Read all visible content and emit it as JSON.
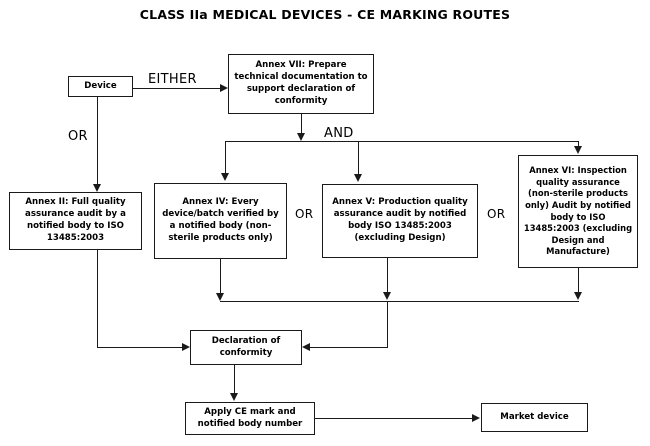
{
  "title": "CLASS IIa MEDICAL DEVICES - CE MARKING ROUTES",
  "colors": {
    "background": "#ffffff",
    "line": "#1a1a1a",
    "text": "#000000"
  },
  "nodes": {
    "device": "Device",
    "annex_vii": "Annex VII: Prepare technical documentation to support declaration of conformity",
    "annex_ii": "Annex II: Full quality assurance audit by a notified body to ISO 13485:2003",
    "annex_iv": "Annex IV: Every device/batch verified by a notified body (non-sterile products only)",
    "annex_v": "Annex V: Production quality assurance audit by notified body ISO 13485:2003 (excluding Design)",
    "annex_vi": "Annex VI: Inspection quality assurance (non-sterile products only) Audit by notified body to ISO 13485:2003 (excluding Design and Manufacture)",
    "declaration": "Declaration of conformity",
    "apply_ce": "Apply CE mark and notified body number",
    "market": "Market device"
  },
  "connector_labels": {
    "either": "EITHER",
    "or_device": "OR",
    "and": "AND",
    "or_iv_v": "OR",
    "or_v_vi": "OR"
  },
  "diagram_data": {
    "type": "flowchart",
    "orientation": "top-down",
    "start": "device",
    "end": "market",
    "edges": [
      {
        "from": "device",
        "to": "annex_vii",
        "label": "EITHER"
      },
      {
        "from": "device",
        "to": "annex_ii",
        "label": "OR"
      },
      {
        "from": "annex_vii",
        "to": "annex_iv",
        "label": "AND"
      },
      {
        "from": "annex_vii",
        "to": "annex_v",
        "label": "AND"
      },
      {
        "from": "annex_vii",
        "to": "annex_vi",
        "label": "AND"
      },
      {
        "from": "annex_ii",
        "to": "declaration",
        "label": ""
      },
      {
        "from": "annex_iv",
        "to": "declaration",
        "label": ""
      },
      {
        "from": "annex_v",
        "to": "declaration",
        "label": ""
      },
      {
        "from": "annex_vi",
        "to": "declaration",
        "label": ""
      },
      {
        "from": "declaration",
        "to": "apply_ce",
        "label": ""
      },
      {
        "from": "apply_ce",
        "to": "market",
        "label": ""
      }
    ],
    "alternatives": [
      {
        "between": [
          "annex_iv",
          "annex_v"
        ],
        "label": "OR"
      },
      {
        "between": [
          "annex_v",
          "annex_vi"
        ],
        "label": "OR"
      }
    ]
  }
}
